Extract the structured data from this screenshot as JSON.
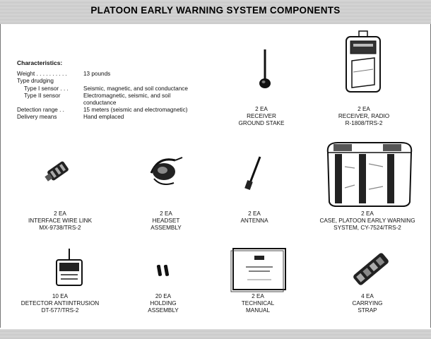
{
  "title": "PLATOON EARLY WARNING SYSTEM COMPONENTS",
  "characteristics": {
    "heading": "Characteristics:",
    "rows": [
      {
        "label": "Weight . . . . . . . . . .",
        "value": "13 pounds",
        "indent": false
      },
      {
        "label": "Type drudging",
        "value": "",
        "indent": false
      },
      {
        "label": "Type I sensor . . .",
        "value": "Seismic, magnetic, and soil conductance",
        "indent": true
      },
      {
        "label": "Type II sensor",
        "value": "Electromagnetic, seismic, and soil",
        "indent": true
      },
      {
        "label": "",
        "value": "conductance",
        "indent": true
      },
      {
        "label": "Detection range . .",
        "value": "15 meters (seismic and electromagnetic)",
        "indent": false
      },
      {
        "label": "Delivery means",
        "value": "Hand emplaced",
        "indent": false
      }
    ]
  },
  "components": [
    {
      "qty": "2 EA",
      "line1": "RECEIVER",
      "line2": "GROUND STAKE",
      "icon": "ground-stake-icon"
    },
    {
      "qty": "2 EA",
      "line1": "RECEIVER, RADIO",
      "line2": "R-1808/TRS-2",
      "icon": "radio-receiver-icon"
    },
    {
      "qty": "2 EA",
      "line1": "INTERFACE WIRE LINK",
      "line2": "MX-9738/TRS-2",
      "icon": "wire-link-icon"
    },
    {
      "qty": "2 EA",
      "line1": "HEADSET",
      "line2": "ASSEMBLY",
      "icon": "headset-icon"
    },
    {
      "qty": "2 EA",
      "line1": "ANTENNA",
      "line2": "",
      "icon": "antenna-icon"
    },
    {
      "qty": "2 EA",
      "line1": "CASE, PLATOON EARLY WARNING",
      "line2": "SYSTEM, CY-7524/TRS-2",
      "icon": "carrying-case-icon"
    },
    {
      "qty": "10 EA",
      "line1": "DETECTOR ANTIINTRUSION",
      "line2": "DT-577/TRS-2",
      "icon": "detector-icon"
    },
    {
      "qty": "20 EA",
      "line1": "HOLDING",
      "line2": "ASSEMBLY",
      "icon": "holding-assembly-icon"
    },
    {
      "qty": "2 EA",
      "line1": "TECHNICAL",
      "line2": "MANUAL",
      "icon": "technical-manual-icon"
    },
    {
      "qty": "4 EA",
      "line1": "CARRYING",
      "line2": "STRAP",
      "icon": "carrying-strap-icon"
    }
  ]
}
